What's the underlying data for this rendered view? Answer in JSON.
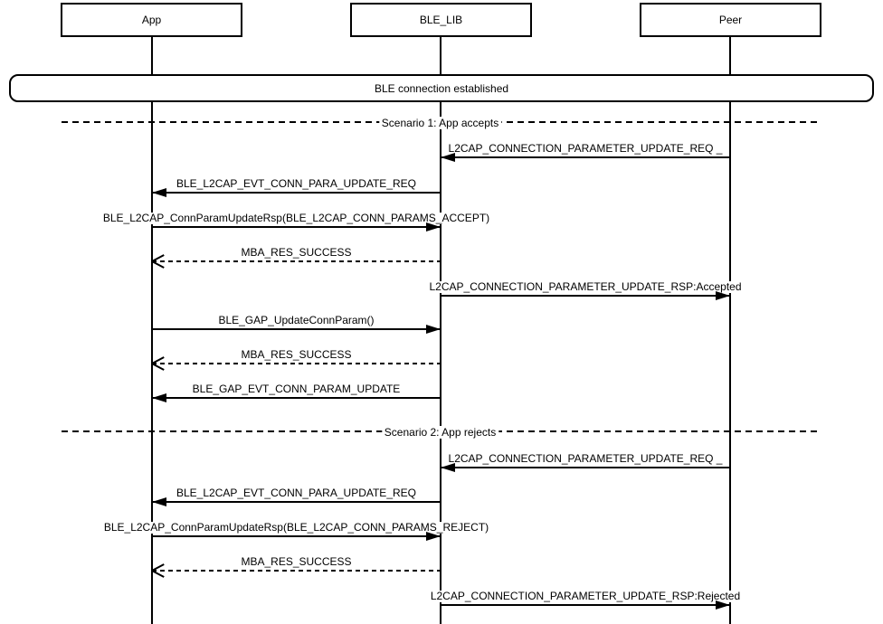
{
  "diagram": {
    "type": "sequence-diagram",
    "note": "BLE connection established",
    "colors": {
      "stroke": "#000000",
      "background": "#ffffff",
      "text": "#000000"
    },
    "actors": [
      {
        "name": "App"
      },
      {
        "name": "BLE_LIB"
      },
      {
        "name": "Peer"
      }
    ],
    "dividers": [
      {
        "label": "Scenario 1: App accepts"
      },
      {
        "label": "Scenario 2: App rejects"
      }
    ],
    "messages": [
      {
        "from": "Peer",
        "to": "BLE_LIB",
        "line": "solid",
        "label": "L2CAP_CONNECTION_PARAMETER_UPDATE_REQ _"
      },
      {
        "from": "BLE_LIB",
        "to": "App",
        "line": "solid",
        "label": "BLE_L2CAP_EVT_CONN_PARA_UPDATE_REQ"
      },
      {
        "from": "App",
        "to": "BLE_LIB",
        "line": "solid",
        "label": "BLE_L2CAP_ConnParamUpdateRsp(BLE_L2CAP_CONN_PARAMS_ACCEPT)"
      },
      {
        "from": "BLE_LIB",
        "to": "App",
        "line": "dashed",
        "label": "MBA_RES_SUCCESS"
      },
      {
        "from": "BLE_LIB",
        "to": "Peer",
        "line": "solid",
        "label": "L2CAP_CONNECTION_PARAMETER_UPDATE_RSP:Accepted"
      },
      {
        "from": "App",
        "to": "BLE_LIB",
        "line": "solid",
        "label": "BLE_GAP_UpdateConnParam()"
      },
      {
        "from": "BLE_LIB",
        "to": "App",
        "line": "dashed",
        "label": "MBA_RES_SUCCESS"
      },
      {
        "from": "BLE_LIB",
        "to": "App",
        "line": "solid",
        "label": "BLE_GAP_EVT_CONN_PARAM_UPDATE"
      },
      {
        "from": "Peer",
        "to": "BLE_LIB",
        "line": "solid",
        "label": "L2CAP_CONNECTION_PARAMETER_UPDATE_REQ _"
      },
      {
        "from": "BLE_LIB",
        "to": "App",
        "line": "solid",
        "label": "BLE_L2CAP_EVT_CONN_PARA_UPDATE_REQ"
      },
      {
        "from": "App",
        "to": "BLE_LIB",
        "line": "solid",
        "label": "BLE_L2CAP_ConnParamUpdateRsp(BLE_L2CAP_CONN_PARAMS_REJECT)"
      },
      {
        "from": "BLE_LIB",
        "to": "App",
        "line": "dashed",
        "label": "MBA_RES_SUCCESS"
      },
      {
        "from": "BLE_LIB",
        "to": "Peer",
        "line": "solid",
        "label": "L2CAP_CONNECTION_PARAMETER_UPDATE_RSP:Rejected"
      }
    ]
  }
}
